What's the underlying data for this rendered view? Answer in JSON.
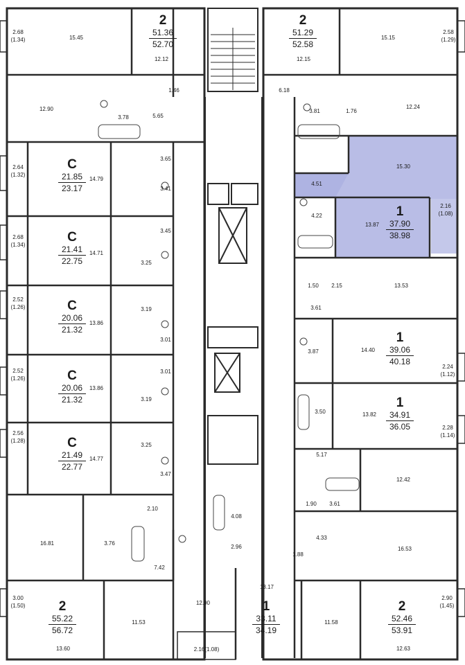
{
  "plan": {
    "highlight_color": "#b9bde6",
    "wall_color": "#2a2a2a",
    "units": [
      {
        "type": "2",
        "area_living": "51.36",
        "area_total": "52.70"
      },
      {
        "type": "2",
        "area_living": "51.29",
        "area_total": "52.58"
      },
      {
        "type": "C",
        "area_living": "21.85",
        "area_total": "23.17"
      },
      {
        "type": "1",
        "area_living": "37.90",
        "area_total": "38.98"
      },
      {
        "type": "C",
        "area_living": "21.41",
        "area_total": "22.75"
      },
      {
        "type": "C",
        "area_living": "20.06",
        "area_total": "21.32"
      },
      {
        "type": "1",
        "area_living": "39.06",
        "area_total": "40.18"
      },
      {
        "type": "C",
        "area_living": "20.06",
        "area_total": "21.32"
      },
      {
        "type": "1",
        "area_living": "34.91",
        "area_total": "36.05"
      },
      {
        "type": "C",
        "area_living": "21.49",
        "area_total": "22.77"
      },
      {
        "type": "2",
        "area_living": "55.22",
        "area_total": "56.72"
      },
      {
        "type": "1",
        "area_living": "33.11",
        "area_total": "34.19"
      },
      {
        "type": "2",
        "area_living": "52.46",
        "area_total": "53.91"
      }
    ],
    "rooms": [
      "15.45",
      "12.12",
      "1.46",
      "12.90",
      "3.78",
      "5.65",
      "15.15",
      "12.15",
      "6.18",
      "3.81",
      "1.76",
      "12.24",
      "3.65",
      "14.79",
      "3.41",
      "15.30",
      "4.51",
      "4.22",
      "13.87",
      "3.45",
      "14.71",
      "3.25",
      "1.50",
      "2.15",
      "13.53",
      "3.61",
      "13.86",
      "3.19",
      "3.01",
      "3.87",
      "14.40",
      "3.01",
      "13.86",
      "3.19",
      "3.50",
      "13.82",
      "5.17",
      "14.77",
      "3.25",
      "3.47",
      "12.42",
      "1.90",
      "3.61",
      "4.33",
      "1.88",
      "2.10",
      "16.81",
      "3.76",
      "7.42",
      "4.08",
      "2.96",
      "16.53",
      "12.90",
      "13.17",
      "11.53",
      "11.58",
      "13.60",
      "12.63"
    ],
    "balconies": [
      "2.68",
      "(1.34)",
      "2.58",
      "(1.29)",
      "2.64",
      "(1.32)",
      "2.16",
      "(1.08)",
      "2.68",
      "(1.34)",
      "2.52",
      "(1.26)",
      "2.24",
      "(1.12)",
      "2.52",
      "(1.26)",
      "2.28",
      "(1.14)",
      "2.56",
      "(1.28)",
      "3.00",
      "(1.50)",
      "2.90",
      "(1.45)",
      "2.16(1.08)"
    ]
  }
}
